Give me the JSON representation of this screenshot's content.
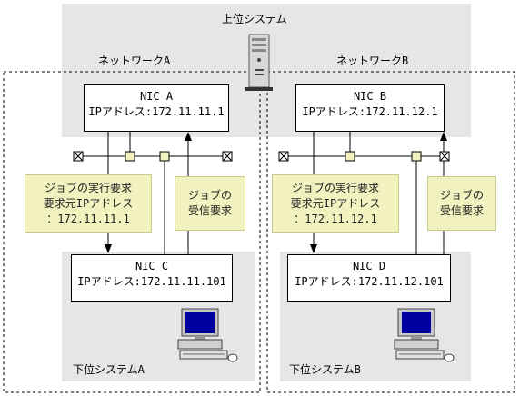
{
  "upper_system": {
    "label": "上位システム"
  },
  "networks": [
    {
      "label": "ネットワークA"
    },
    {
      "label": "ネットワークB"
    }
  ],
  "nics": [
    {
      "name": "NIC A",
      "ip": "IPアドレス:172.11.11.1"
    },
    {
      "name": "NIC B",
      "ip": "IPアドレス:172.11.12.1"
    },
    {
      "name": "NIC C",
      "ip": "IPアドレス:172.11.11.101"
    },
    {
      "name": "NIC D",
      "ip": "IPアドレス:172.11.12.101"
    }
  ],
  "notes": [
    {
      "lines": [
        "ジョブの実行要求",
        "要求元IPアドレス",
        "：172.11.11.1"
      ]
    },
    {
      "lines": [
        "ジョブの",
        "受信要求"
      ]
    },
    {
      "lines": [
        "ジョブの実行要求",
        "要求元IPアドレス",
        "：172.11.12.1"
      ]
    },
    {
      "lines": [
        "ジョブの",
        "受信要求"
      ]
    }
  ],
  "lower_systems": [
    {
      "label": "下位システムA"
    },
    {
      "label": "下位システムB"
    }
  ]
}
